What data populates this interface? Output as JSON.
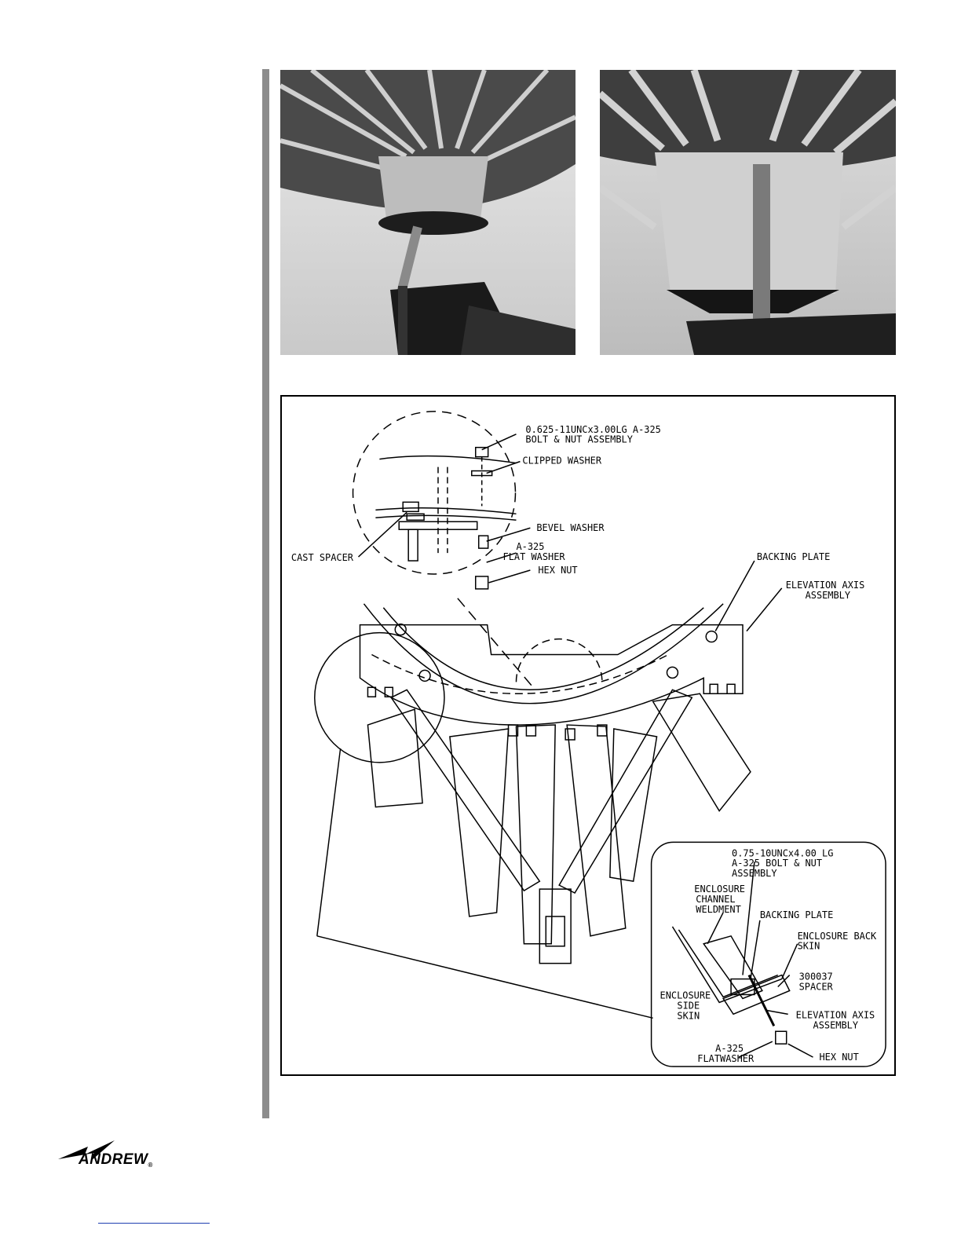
{
  "photos": [
    {
      "id": "photo-left",
      "label": ""
    },
    {
      "id": "photo-right",
      "label": ""
    }
  ],
  "drawing": {
    "callouts": {
      "bolt_line1": "0.625-11UNCx3.00LG A-325",
      "bolt_line2": "BOLT & NUT ASSEMBLY",
      "clipped_washer": "CLIPPED WASHER",
      "bevel_washer": "BEVEL WASHER",
      "a325_line1": "A-325",
      "a325_line2": "FLAT WASHER",
      "hex_nut": "HEX NUT",
      "cast_spacer": "CAST SPACER",
      "backing_plate": "BACKING PLATE",
      "elevation_line1": "ELEVATION AXIS",
      "elevation_line2": "ASSEMBLY"
    },
    "inset_callouts": {
      "bolt_line1": "0.75-10UNCx4.00 LG",
      "bolt_line2": "A-325 BOLT & NUT",
      "bolt_line3": "ASSEMBLY",
      "channel_line1": "ENCLOSURE",
      "channel_line2": "CHANNEL",
      "channel_line3": "WELDMENT",
      "backing_plate": "BACKING PLATE",
      "back_skin_line1": "ENCLOSURE BACK",
      "back_skin_line2": "SKIN",
      "spacer_line1": "300037",
      "spacer_line2": "SPACER",
      "side_skin_line1": "ENCLOSURE",
      "side_skin_line2": "SIDE",
      "side_skin_line3": "SKIN",
      "elevation_line1": "ELEVATION AXIS",
      "elevation_line2": "ASSEMBLY",
      "flatwasher_line1": "A-325",
      "flatwasher_line2": "FLATWASHER",
      "hex_nut": "HEX NUT"
    }
  },
  "brand": {
    "name": "ANDREW",
    "mark": "®",
    "accent_color": "#1f3fb0"
  }
}
